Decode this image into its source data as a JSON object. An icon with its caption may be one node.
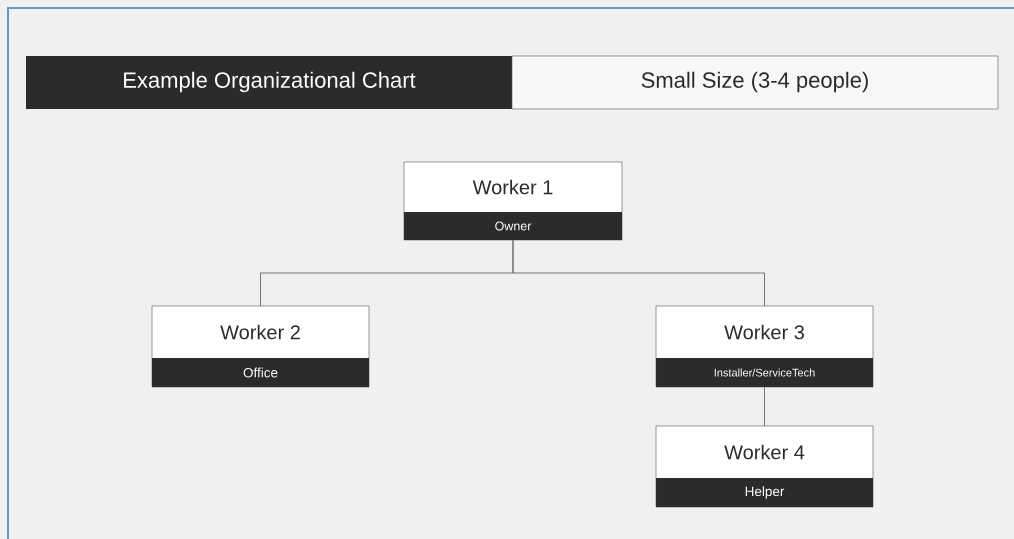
{
  "diagram": {
    "title": "Example Organizational Chart",
    "nodes": [
      {
        "text": [
          "Worker 1",
          "Owner"
        ]
      },
      {
        "text": [
          "Worker 2",
          "Office"
        ]
      },
      {
        "text": [
          "Worker 3",
          "Installer/ServiceTech"
        ]
      },
      {
        "text": [
          "Worker 4",
          "Helper"
        ]
      }
    ],
    "edges": [
      {
        "from": 0,
        "to": 1,
        "arrow": "none"
      },
      {
        "from": 0,
        "to": 2,
        "arrow": "none"
      },
      {
        "from": 2,
        "to": 3,
        "arrow": "none"
      }
    ],
    "labels": [
      "Small Size (3-4 people)"
    ]
  }
}
